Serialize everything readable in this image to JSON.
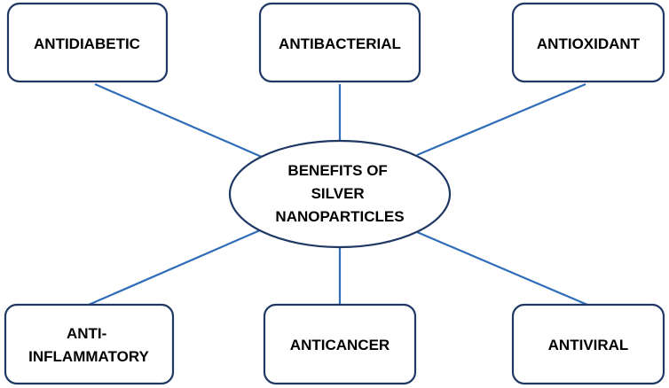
{
  "colors": {
    "line": "#2F6DB8",
    "box_border": "#1F3864",
    "box_fill": "#ffffff",
    "text": "#000000"
  },
  "center": {
    "lines": [
      "BENEFITS OF",
      "SILVER",
      "NANOPARTICLES"
    ]
  },
  "nodes": {
    "antidiabetic": {
      "lines": [
        "ANTIDIABETIC"
      ]
    },
    "antibacterial": {
      "lines": [
        "ANTIBACTERIAL"
      ]
    },
    "antioxidant": {
      "lines": [
        "ANTIOXIDANT"
      ]
    },
    "anti_inflammatory": {
      "lines": [
        "ANTI-",
        "INFLAMMATORY"
      ]
    },
    "anticancer": {
      "lines": [
        "ANTICANCER"
      ]
    },
    "antiviral": {
      "lines": [
        "ANTIVIRAL"
      ]
    }
  }
}
